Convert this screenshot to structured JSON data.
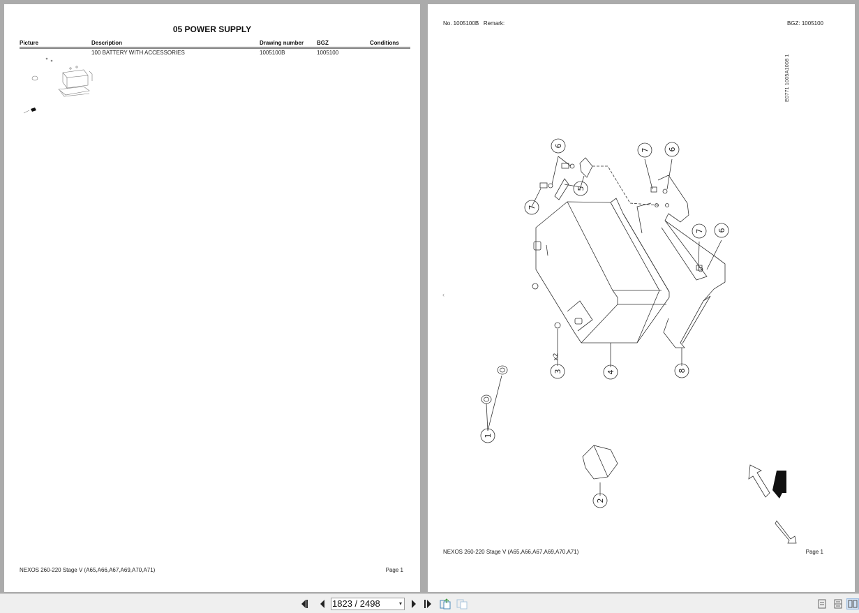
{
  "left_page": {
    "title": "05 POWER SUPPLY",
    "columns": [
      "Picture",
      "Description",
      "Drawing number",
      "BGZ",
      "Conditions"
    ],
    "rows": [
      {
        "description": "100 BATTERY WITH ACCESSORIES",
        "drawing_number": "1005100B",
        "bgz": "1005100",
        "conditions": ""
      }
    ],
    "footer_model": "NEXOS 260-220 Stage V (A65,A66,A67,A69,A70,A71)",
    "footer_page": "Page 1"
  },
  "right_page": {
    "header_no": "No. 1005100B",
    "header_remark": "Remark:",
    "header_bgz": "BGZ: 1005100",
    "vertical_code": "E0771 1005A1008 1",
    "callouts": [
      "1",
      "2",
      "3",
      "4",
      "5",
      "6",
      "6",
      "6",
      "7",
      "7",
      "7",
      "8"
    ],
    "quantity_note": "x2",
    "nav_prev": "‹",
    "footer_model": "NEXOS 260-220 Stage V (A65,A66,A67,A69,A70,A71)",
    "footer_page": "Page 1"
  },
  "toolbar": {
    "page_indicator": "1823 / 2498",
    "buttons": [
      "first-page",
      "previous-page",
      "next-page",
      "last-page",
      "extract-page",
      "insert-page"
    ],
    "view_modes": [
      "single-page",
      "continuous",
      "two-page"
    ],
    "active_view": "two-page"
  }
}
